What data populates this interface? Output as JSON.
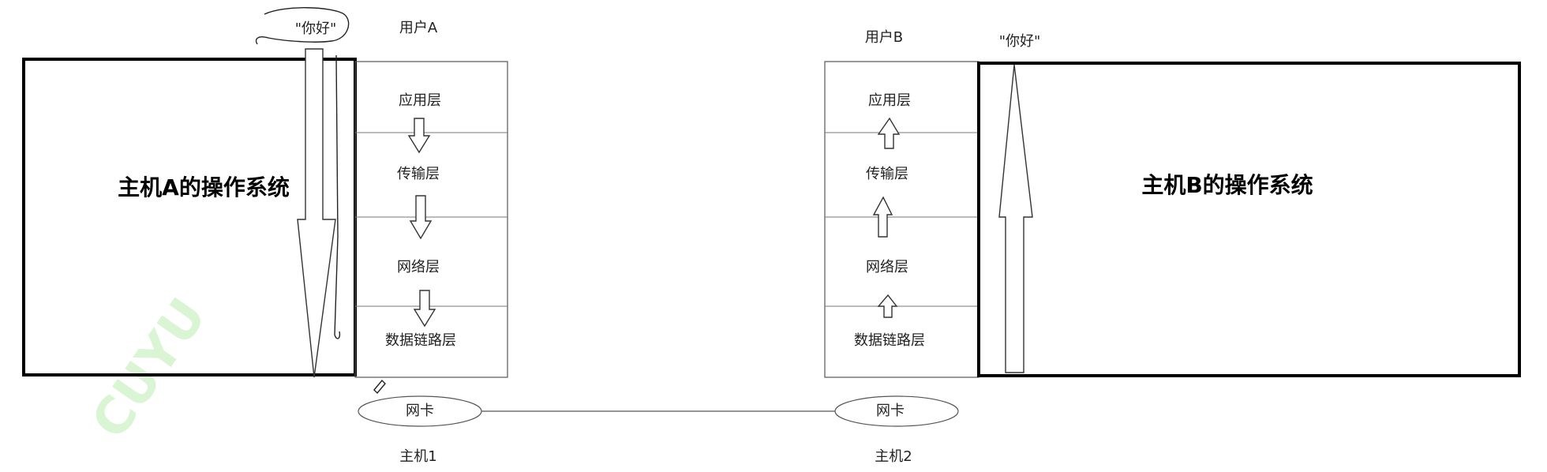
{
  "host_a": {
    "os_label": "主机A的操作系统",
    "user_label": "用户A",
    "message": "\"你好\"",
    "host_label": "主机1",
    "nic_label": "网卡",
    "layers": [
      "应用层",
      "传输层",
      "网络层",
      "数据链路层"
    ]
  },
  "host_b": {
    "os_label": "主机B的操作系统",
    "user_label": "用户B",
    "message": "\"你好\"",
    "host_label": "主机2",
    "nic_label": "网卡",
    "layers": [
      "应用层",
      "传输层",
      "网络层",
      "数据链路层"
    ]
  },
  "watermark": "CUYU"
}
